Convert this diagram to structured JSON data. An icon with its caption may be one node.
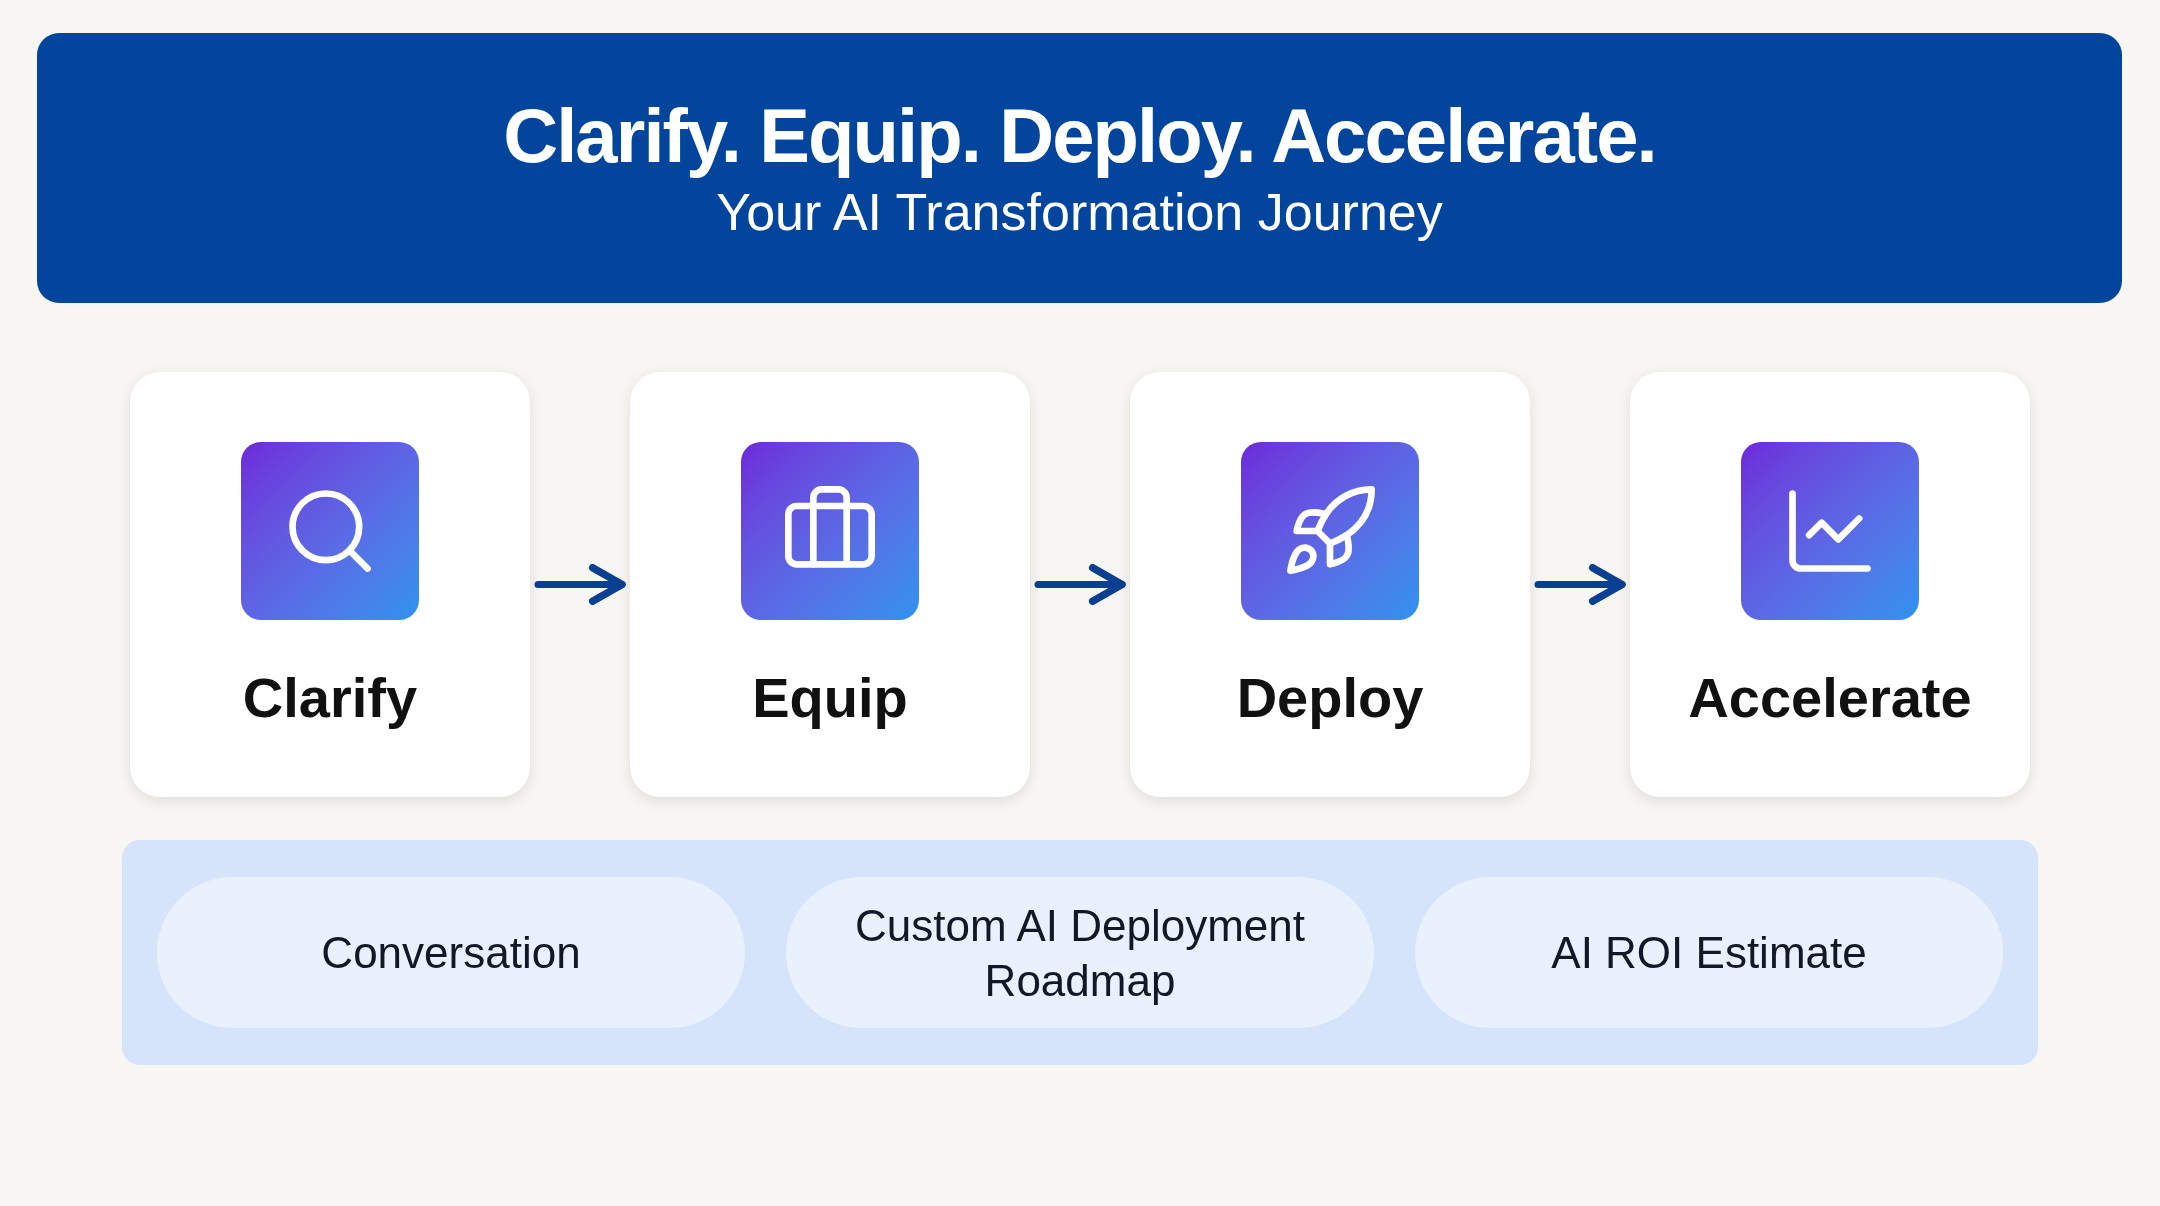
{
  "diagram": {
    "nodes": [
      {
        "text": [
          "Clarify. Equip. Deploy. Accelerate.",
          "Your AI Transformation Journey"
        ]
      },
      {
        "text": [
          "Clarify"
        ]
      },
      {
        "text": [
          "Equip"
        ]
      },
      {
        "text": [
          "Deploy"
        ]
      },
      {
        "text": [
          "Accelerate"
        ]
      },
      {
        "text": [],
        "shape": "box"
      },
      {
        "text": [
          "Conversation"
        ],
        "in": 5
      },
      {
        "text": [
          "Custom AI Deployment Roadmap"
        ],
        "in": 5
      },
      {
        "text": [
          "AI ROI Estimate"
        ],
        "in": 5
      }
    ],
    "edges": [
      {
        "from": 1,
        "to": 2,
        "arrow": "to"
      },
      {
        "from": 2,
        "to": 3,
        "arrow": "to"
      },
      {
        "from": 3,
        "to": 4,
        "arrow": "to"
      }
    ]
  }
}
